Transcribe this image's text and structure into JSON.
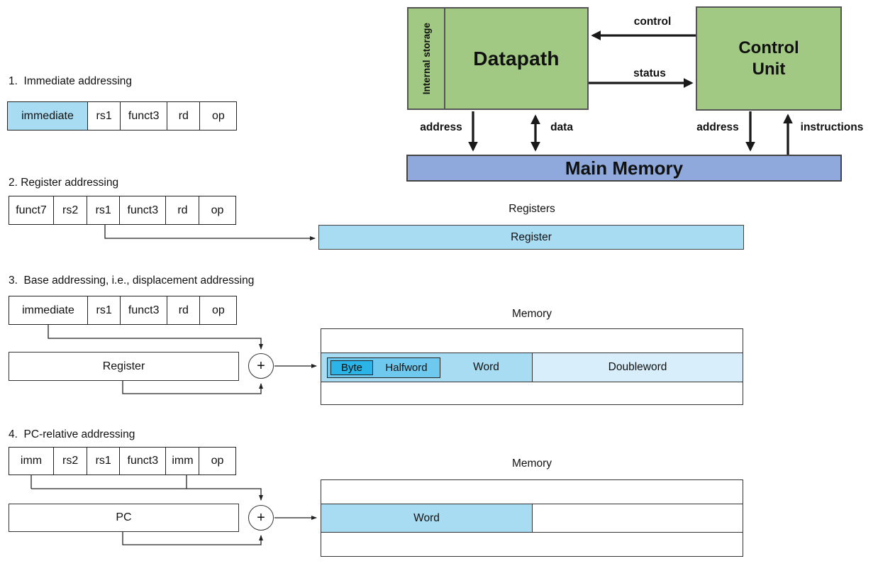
{
  "colors": {
    "block_green": "#A2C983",
    "memory_blue": "#8FA9DC",
    "light_blue": "#A8DCF2",
    "halfword_blue": "#6FC9EF",
    "byte_blue": "#2AB4E8",
    "doubleword_blue": "#D8EEFB"
  },
  "top_diagram": {
    "internal_storage_label": "Internal storage",
    "datapath_label": "Datapath",
    "control_unit_label": "Control Unit",
    "main_memory_label": "Main Memory",
    "arrow_labels": {
      "control": "control",
      "status": "status",
      "address_left": "address",
      "data": "data",
      "address_right": "address",
      "instructions": "instructions"
    }
  },
  "sections": {
    "s1": {
      "title": "1.  Immediate addressing",
      "fields": [
        "immediate",
        "rs1",
        "funct3",
        "rd",
        "op"
      ]
    },
    "s2": {
      "title": "2. Register addressing",
      "fields": [
        "funct7",
        "rs2",
        "rs1",
        "funct3",
        "rd",
        "op"
      ],
      "registers_title": "Registers",
      "register_label": "Register"
    },
    "s3": {
      "title": "3.  Base addressing, i.e., displacement addressing",
      "fields": [
        "immediate",
        "rs1",
        "funct3",
        "rd",
        "op"
      ],
      "register_label": "Register",
      "plus_label": "+",
      "memory_title": "Memory",
      "byte_label": "Byte",
      "halfword_label": "Halfword",
      "word_label": "Word",
      "doubleword_label": "Doubleword"
    },
    "s4": {
      "title": "4.  PC-relative addressing",
      "fields": [
        "imm",
        "rs2",
        "rs1",
        "funct3",
        "imm",
        "op"
      ],
      "pc_label": "PC",
      "plus_label": "+",
      "memory_title": "Memory",
      "word_label": "Word"
    }
  }
}
